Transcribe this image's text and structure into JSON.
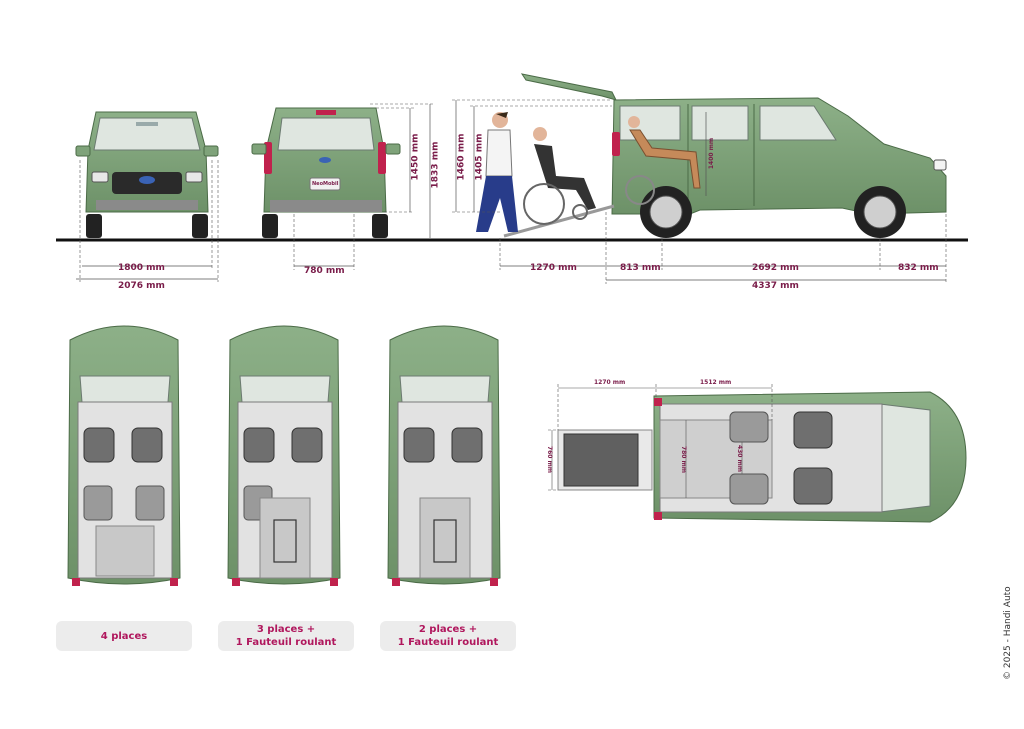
{
  "dimensions": {
    "front_inner_width": "1800 mm",
    "front_overall_width": "2076 mm",
    "rear_ramp_width": "780 mm",
    "height_1450": "1450 mm",
    "height_1833": "1833 mm",
    "height_1460": "1460 mm",
    "height_1405": "1405 mm",
    "interior_height": "1400 mm",
    "ramp_length": "1270 mm",
    "rear_overhang": "813 mm",
    "wheelbase": "2692 mm",
    "front_overhang": "832 mm",
    "overall_length": "4337 mm",
    "plan_ramp_length": "1270 mm",
    "plan_floor_length": "1512 mm",
    "plan_ramp_width": "760 mm",
    "plan_floor_width": "780 mm",
    "plan_seat_gap": "430 mm"
  },
  "labels": {
    "config_1": "4 places",
    "config_2_line1": "3 places +",
    "config_2_line2": "1 Fauteuil roulant",
    "config_3_line1": "2 places +",
    "config_3_line2": "1 Fauteuil roulant",
    "badge_text": "NeoMobil",
    "copyright": "© 2025 - Handi Auto"
  },
  "colors": {
    "body_green": "#7fa37a",
    "body_dark": "#5f8359",
    "floor_grey": "#d9d9d9",
    "dim_text": "#7a1d4a",
    "accent_magenta": "#b0175d",
    "ground": "#111111"
  }
}
